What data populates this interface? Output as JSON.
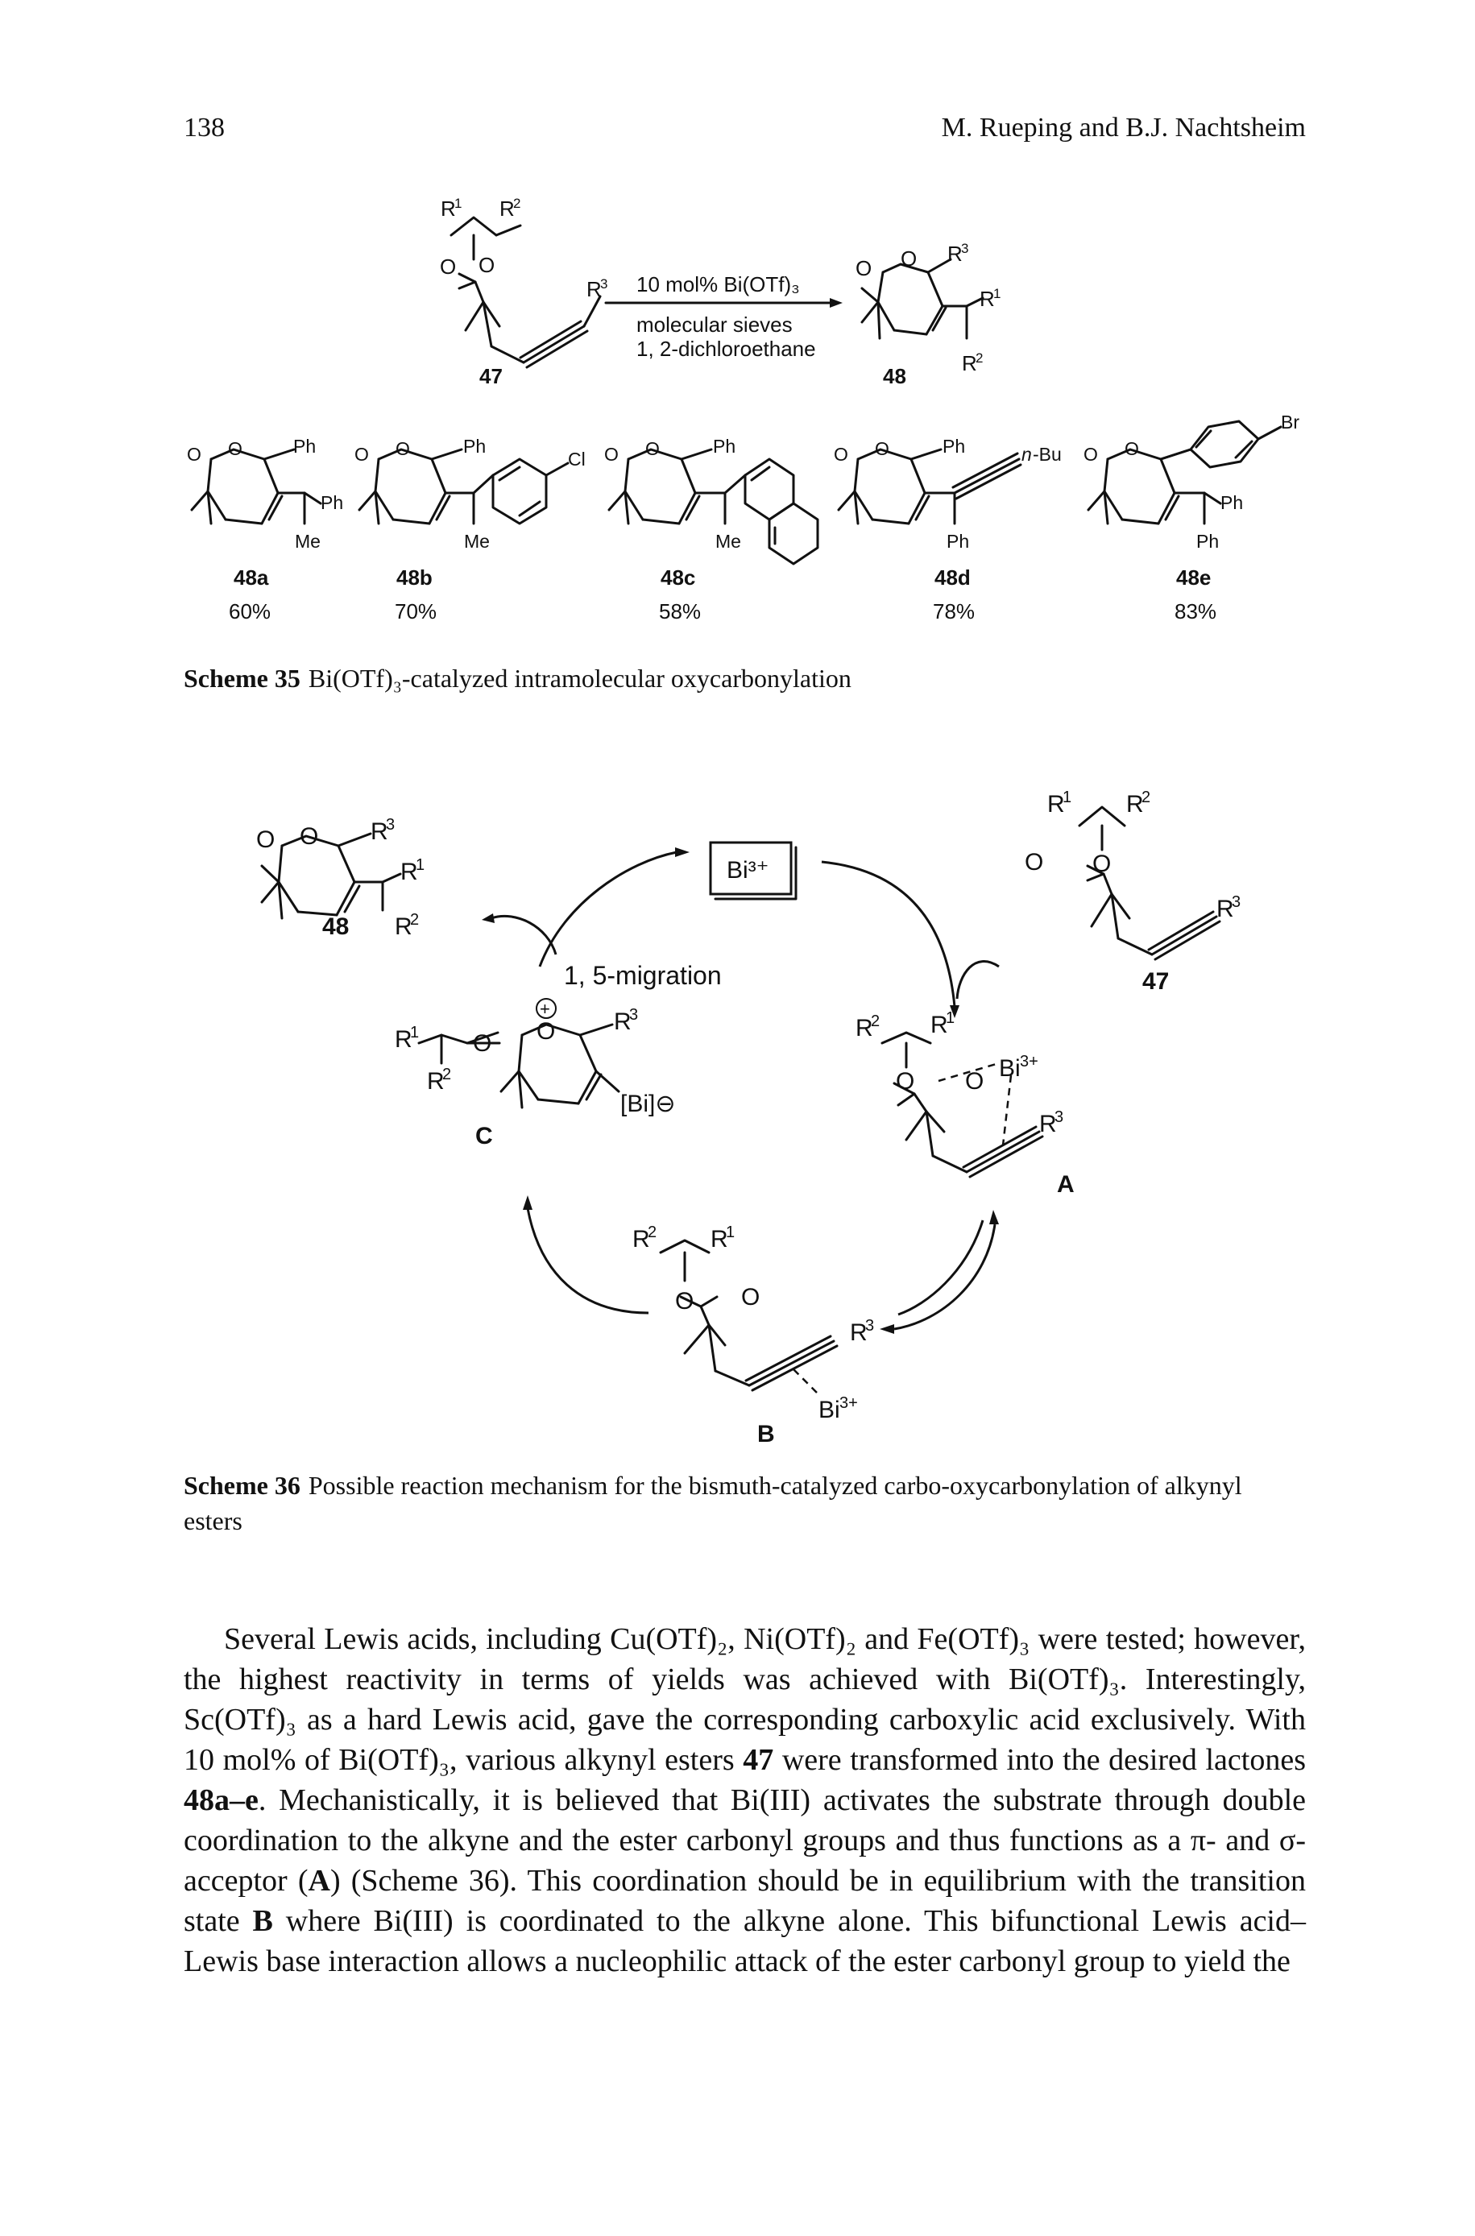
{
  "header": {
    "page_number": "138",
    "authors": "M. Rueping and B.J. Nachtsheim"
  },
  "scheme35": {
    "caption_label": "Scheme 35",
    "caption_text": "Bi(OTf)₃-catalyzed intramolecular oxycarbonylation",
    "reaction": {
      "condition_1": "10 mol% Bi(OTf)₃",
      "condition_2": "molecular sieves",
      "condition_3": "1, 2-dichloroethane",
      "substrate_label": "47",
      "product_label": "48"
    },
    "products": [
      {
        "label": "48a",
        "yield": "60%"
      },
      {
        "label": "48b",
        "yield": "70%"
      },
      {
        "label": "48c",
        "yield": "58%"
      },
      {
        "label": "48d",
        "yield": "78%"
      },
      {
        "label": "48e",
        "yield": "83%"
      }
    ]
  },
  "scheme36": {
    "caption_label": "Scheme 36",
    "caption_text": "Possible reaction mechanism for the bismuth-catalyzed carbo-oxycarbonylation of alkynyl esters",
    "catalyst": "Bi³⁺",
    "migration_label": "1, 5-migration",
    "labels": {
      "product": "48",
      "substrate": "47",
      "A": "A",
      "B": "B",
      "C": "C",
      "counterion": "[Bi]⊖"
    }
  },
  "body": {
    "s1": "Several Lewis acids, including Cu(OTf)₂, Ni(OTf)₂ and Fe(OTf)₃ were tested; however, the highest reactivity in terms of yields was achieved with Bi(OTf)₃. Interestingly, Sc(OTf)₃ as a hard Lewis acid, gave the corresponding carboxylic acid exclusively. With 10 mol% of Bi(OTf)₃, various alkynyl esters ",
    "b1": "47",
    "s2": " were transformed into the desired lactones ",
    "b2": "48a–e",
    "s3": ". Mechanistically, it is believed that Bi(III) activates the substrate through double coordination to the alkyne and the ester carbonyl groups and thus functions as a π- and σ-acceptor (",
    "b3": "A",
    "s4": ") (Scheme 36). This coordination should be in equilibrium with the transition state ",
    "b4": "B",
    "s5": " where Bi(III) is coordinated to the alkyne alone. This bifunctional Lewis acid–Lewis base interaction allows a nucleophilic attack of the ester carbonyl group to yield the"
  }
}
